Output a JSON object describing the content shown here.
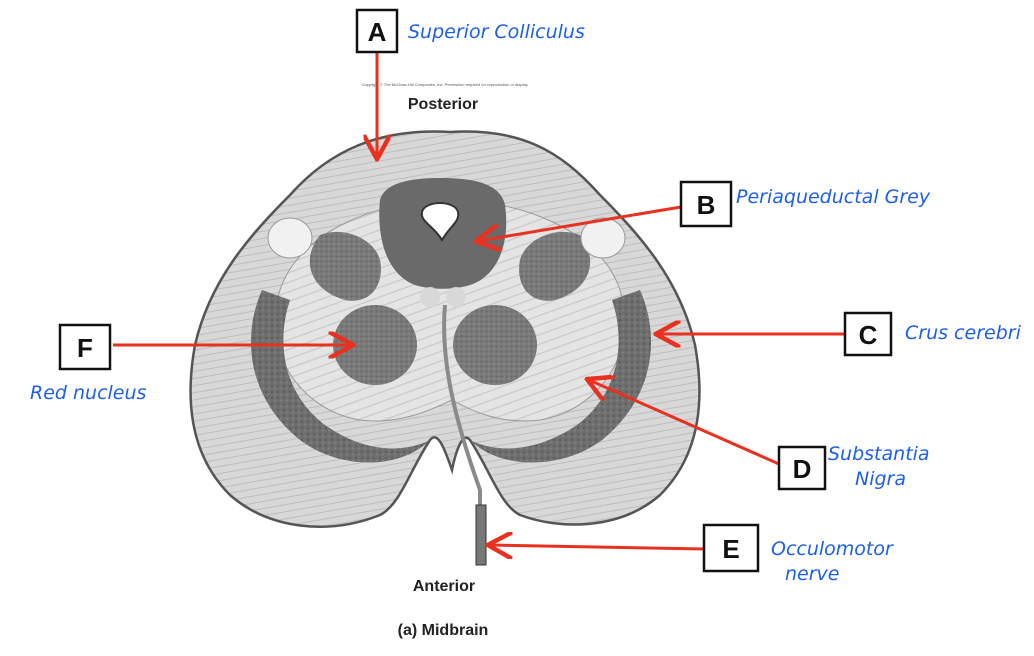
{
  "figure": {
    "copyright": "Copyright © The McGraw-Hill Companies, Inc. Permission required for reproduction or display.",
    "posterior": "Posterior",
    "anterior": "Anterior",
    "caption": "(a) Midbrain"
  },
  "labels": {
    "A": {
      "letter": "A",
      "note": "Superior Colliculus"
    },
    "B": {
      "letter": "B",
      "note": "Periaqueductal Grey"
    },
    "C": {
      "letter": "C",
      "note": "Crus cerebri"
    },
    "D": {
      "letter": "D",
      "note_line1": "Substantia",
      "note_line2": "Nigra"
    },
    "E": {
      "letter": "E",
      "note_line1": "Occulomotor",
      "note_line2": "nerve"
    },
    "F": {
      "letter": "F",
      "note": "Red nucleus"
    }
  },
  "colors": {
    "arrow": "#e8311f",
    "annotation": "#1f5fe6",
    "tissue_light": "#d9d9d9",
    "tissue_dark": "#6e6e6e"
  }
}
